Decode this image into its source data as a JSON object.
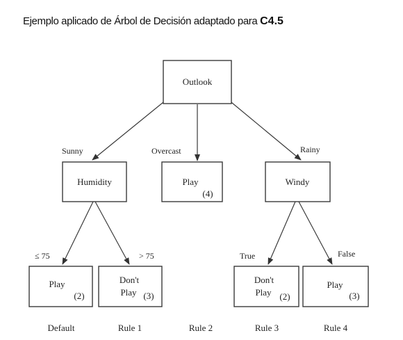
{
  "title": {
    "text": "Ejemplo aplicado de Árbol de Decisión adaptado para ",
    "bold": "C4.5"
  },
  "nodes": {
    "outlook": {
      "label": "Outlook"
    },
    "humidity": {
      "label": "Humidity"
    },
    "overcast_play": {
      "label": "Play",
      "count": "(4)"
    },
    "windy": {
      "label": "Windy"
    },
    "leaf1": {
      "label": "Play",
      "count": "(2)"
    },
    "leaf2": {
      "label1": "Don't",
      "label2": "Play",
      "count": "(3)"
    },
    "leaf3": {
      "label1": "Don't",
      "label2": "Play",
      "count": "(2)"
    },
    "leaf4": {
      "label": "Play",
      "count": "(3)"
    }
  },
  "edges": {
    "sunny": "Sunny",
    "overcast": "Overcast",
    "rainy": "Rainy",
    "le75": "≤ 75",
    "gt75": "> 75",
    "true": "True",
    "false": "False"
  },
  "rules": [
    "Default",
    "Rule 1",
    "Rule 2",
    "Rule 3",
    "Rule 4"
  ]
}
